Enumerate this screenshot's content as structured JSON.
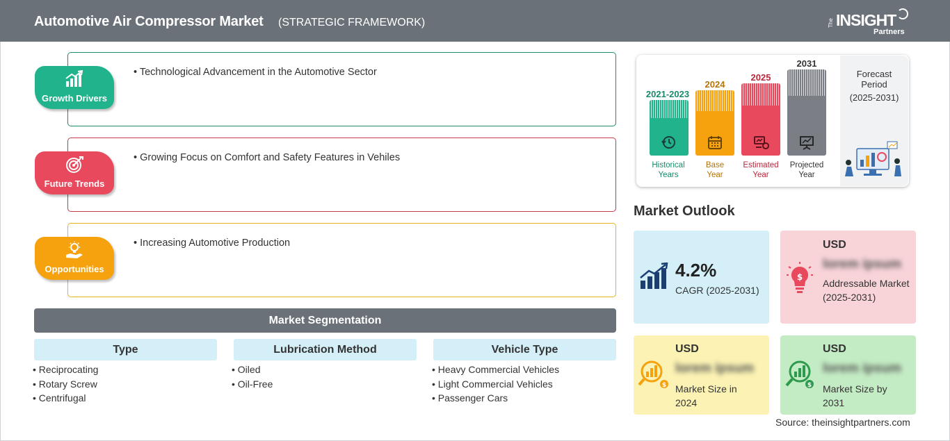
{
  "header": {
    "title": "Automotive Air Compressor Market",
    "subtitle": "(STRATEGIC FRAMEWORK)",
    "logo_the": "The",
    "logo_insight": "INSIGHT",
    "logo_partners": "Partners"
  },
  "pillars": [
    {
      "label": "Growth Drivers",
      "bullet": "• Technological Advancement in the Automotive Sector",
      "color": "#21b48c",
      "border": "#1f8a6e",
      "icon": "growth-chart-icon"
    },
    {
      "label": "Future Trends",
      "bullet": "• Growing Focus on Comfort and Safety Features in Vehiles",
      "color": "#e8495c",
      "border": "#c43a4a",
      "icon": "target-icon"
    },
    {
      "label": "Opportunities",
      "bullet": "• Increasing Automotive Production",
      "color": "#f6a20f",
      "border": "#e9b21a",
      "icon": "lightbulb-hand-icon"
    }
  ],
  "segmentation": {
    "title": "Market Segmentation",
    "columns": [
      {
        "heading": "Type",
        "items": [
          "Reciprocating",
          "Rotary Screw",
          "Centrifugal"
        ]
      },
      {
        "heading": "Lubrication Method",
        "items": [
          "Oiled",
          "Oil-Free"
        ]
      },
      {
        "heading": "Vehicle Type",
        "items": [
          "Heavy Commercial Vehicles",
          "Light Commercial Vehicles",
          "Passenger Cars"
        ]
      }
    ]
  },
  "timeline": {
    "bars": [
      {
        "year": "2021-2023",
        "label1": "Historical",
        "label2": "Years",
        "color": "#21b48c",
        "text_color": "#1b8a6b"
      },
      {
        "year": "2024",
        "label1": "Base",
        "label2": "Year",
        "color": "#f6a20f",
        "text_color": "#b5740a"
      },
      {
        "year": "2025",
        "label1": "Estimated",
        "label2": "Year",
        "color": "#e8495c",
        "text_color": "#b8283c"
      },
      {
        "year": "2031",
        "label1": "Projected",
        "label2": "Year",
        "color": "#7b7f85",
        "text_color": "#333333"
      }
    ],
    "forecast_line1": "Forecast",
    "forecast_line2": "Period",
    "forecast_range": "(2025-2031)"
  },
  "outlook": {
    "title": "Market Outlook",
    "cagr_value": "4.2%",
    "cagr_label": "CAGR (2025-2031)",
    "addressable_usd": "USD",
    "addressable_value": "lorem ipsum",
    "addressable_label": "Addressable Market (2025-2031)",
    "size2024_usd": "USD",
    "size2024_value": "lorem ipsum",
    "size2024_label": "Market Size in 2024",
    "size2031_usd": "USD",
    "size2031_value": "lorem ipsum",
    "size2031_label": "Market Size by 2031"
  },
  "source": "Source: theinsightpartners.com"
}
